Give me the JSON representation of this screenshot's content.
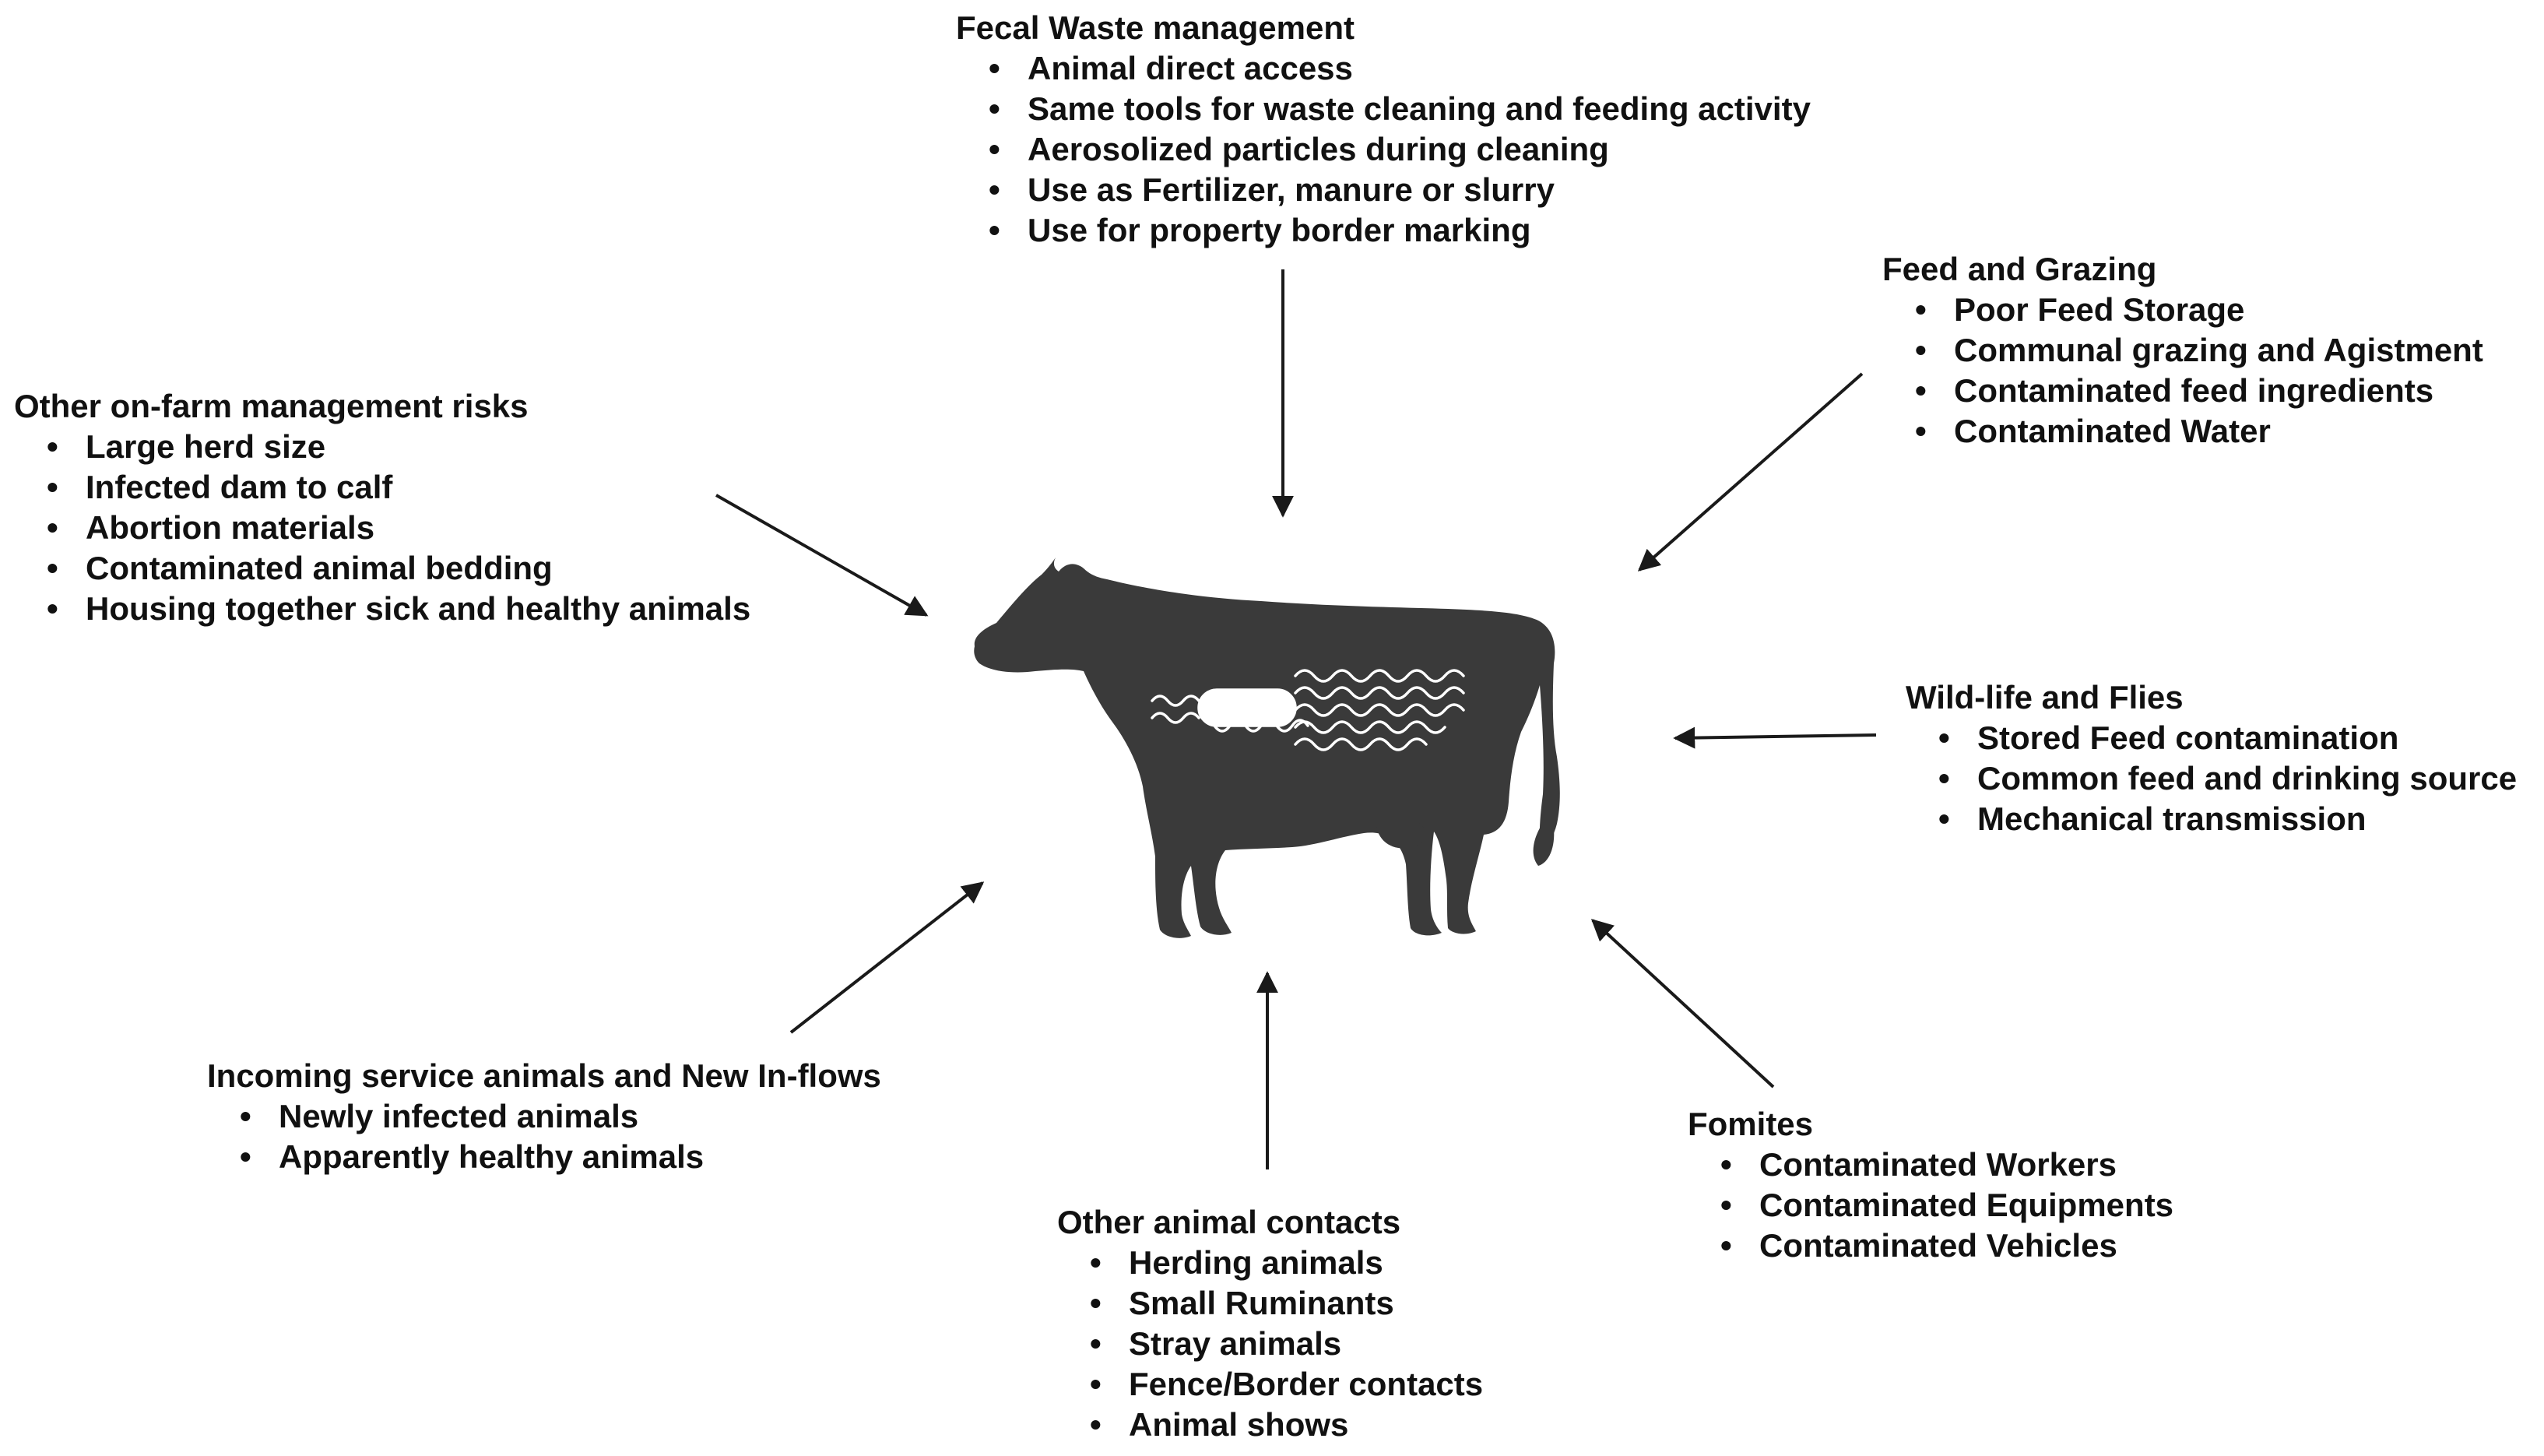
{
  "colors": {
    "cow": "#3a3a3a",
    "text": "#111111",
    "arrow": "#1a1a1a",
    "bacteria": "#ffffff"
  },
  "fecal_waste": {
    "title": "Fecal Waste management",
    "items": [
      "Animal direct access",
      "Same tools for waste cleaning and feeding activity",
      "Aerosolized particles during cleaning",
      "Use as Fertilizer, manure or slurry",
      "Use for property border marking"
    ]
  },
  "feed_grazing": {
    "title": "Feed and Grazing",
    "items": [
      "Poor Feed Storage",
      "Communal grazing and Agistment",
      "Contaminated feed ingredients",
      "Contaminated Water"
    ]
  },
  "on_farm": {
    "title": "Other on-farm management risks",
    "items": [
      "Large herd size",
      "Infected dam to calf",
      "Abortion materials",
      "Contaminated animal bedding",
      "Housing together sick and healthy animals"
    ]
  },
  "wildlife": {
    "title": "Wild-life and Flies",
    "items": [
      "Stored Feed contamination",
      "Common feed and drinking source",
      "Mechanical transmission"
    ]
  },
  "incoming": {
    "title": "Incoming service animals and New In-flows",
    "items": [
      "Newly infected animals",
      "Apparently healthy animals"
    ]
  },
  "fomites": {
    "title": "Fomites",
    "items": [
      "Contaminated Workers",
      "Contaminated Equipments",
      "Contaminated Vehicles"
    ]
  },
  "other_contacts": {
    "title": "Other animal contacts",
    "items": [
      "Herding animals",
      "Small Ruminants",
      "Stray animals",
      "Fence/Border contacts",
      "Animal shows"
    ]
  }
}
